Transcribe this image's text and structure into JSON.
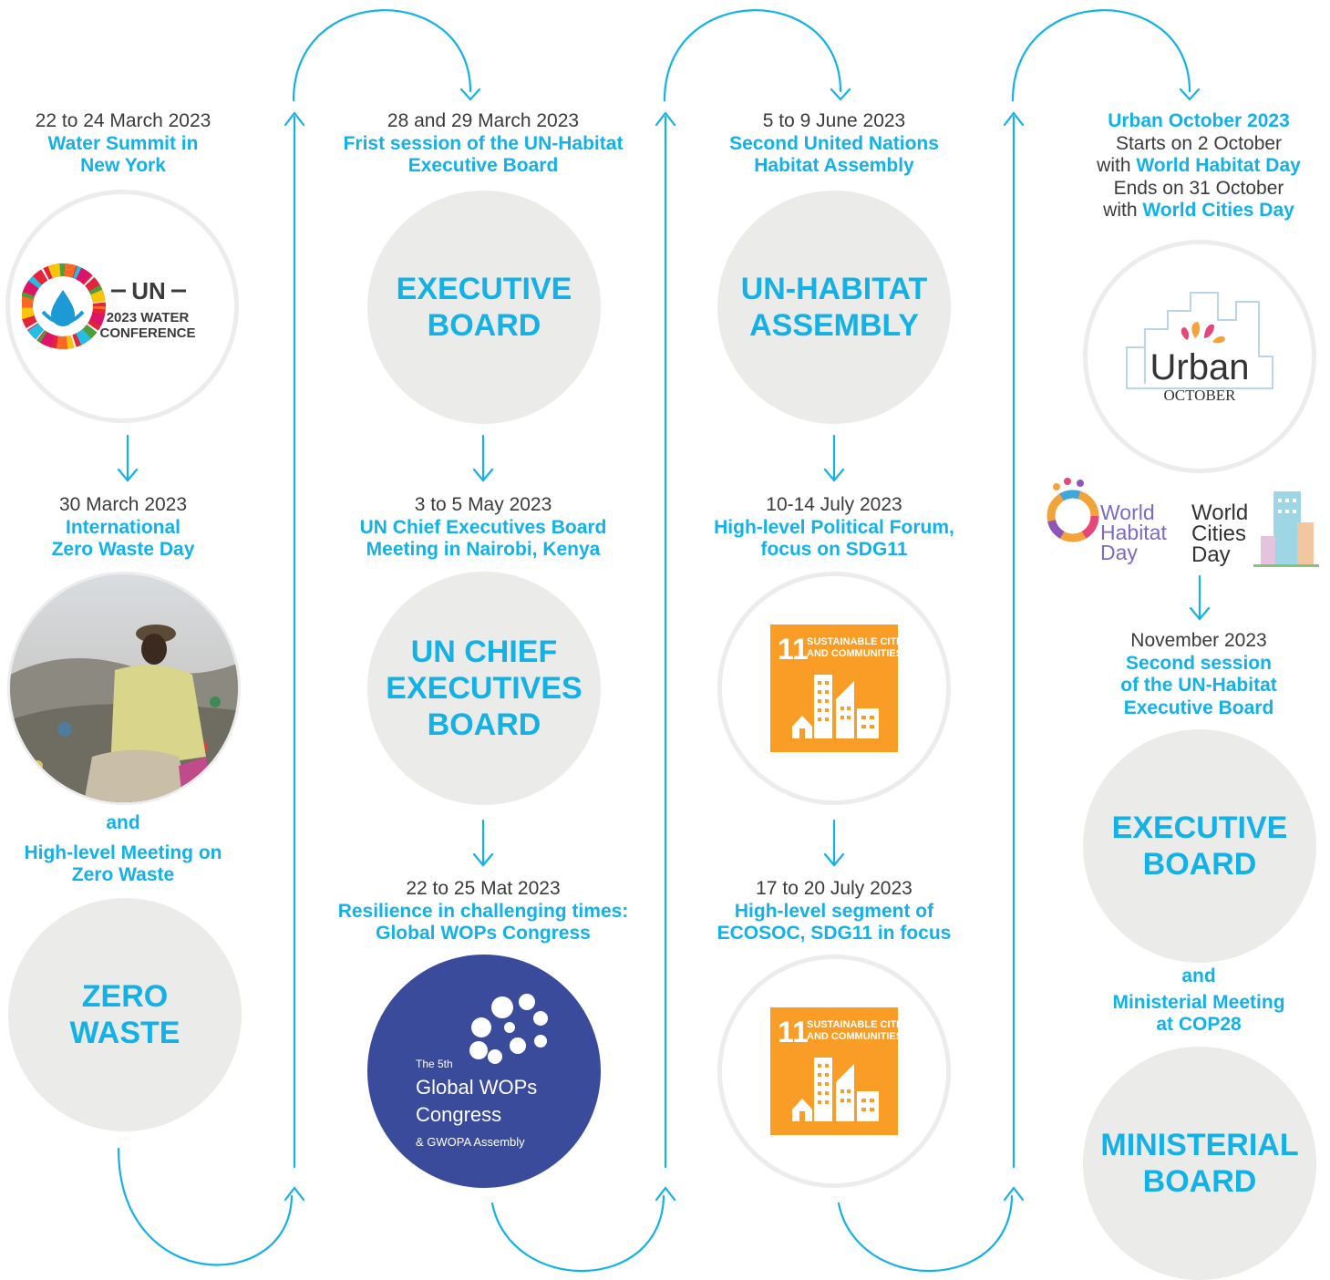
{
  "colors": {
    "accent": "#14b1e7",
    "circle_fill": "#ebebea",
    "text": "#3b3b3b",
    "sdg_orange": "#f99d26",
    "wops_blue": "#3a4b9c"
  },
  "col1": {
    "e1": {
      "date": "22 to 24 March 2023",
      "title_l1": "Water Summit in",
      "title_l2": "New York"
    },
    "water_logo": {
      "line1": "UN",
      "line2": "2023 WATER",
      "line3": "CONFERENCE"
    },
    "e2": {
      "date": "30 March 2023",
      "title_l1": "International",
      "title_l2": "Zero Waste Day"
    },
    "and_label": "and",
    "meeting_l1": "High-level Meeting on",
    "meeting_l2": "Zero Waste",
    "circle_l1": "ZERO",
    "circle_l2": "WASTE"
  },
  "col2": {
    "e1": {
      "date": "28 and 29 March 2023",
      "title_l1": "Frist session of the UN-Habitat",
      "title_l2": "Executive Board"
    },
    "c1_l1": "EXECUTIVE",
    "c1_l2": "BOARD",
    "e2": {
      "date": "3 to 5 May 2023",
      "title_l1": "UN Chief Executives Board",
      "title_l2": "Meeting in Nairobi, Kenya"
    },
    "c2_l1": "UN CHIEF",
    "c2_l2": "EXECUTIVES",
    "c2_l3": "BOARD",
    "e3": {
      "date": "22 to 25 Mat 2023",
      "title_l1": "Resilience in challenging times:",
      "title_l2": "Global WOPs Congress"
    },
    "wops": {
      "small": "The 5th",
      "l1": "Global WOPs",
      "l2": "Congress",
      "l3": "& GWOPA Assembly"
    }
  },
  "col3": {
    "e1": {
      "date": "5 to 9 June 2023",
      "title_l1": "Second United Nations",
      "title_l2": "Habitat Assembly"
    },
    "c1_l1": "UN-HABITAT",
    "c1_l2": "ASSEMBLY",
    "e2": {
      "date": "10-14 July 2023",
      "title_l1": "High-level Political Forum,",
      "title_l2": "focus on SDG11"
    },
    "e3": {
      "date": "17 to 20 July 2023",
      "title_l1": "High-level segment of",
      "title_l2": "ECOSOC, SDG11 in focus"
    },
    "sdg": {
      "number": "11",
      "l1": "SUSTAINABLE CITIES",
      "l2": "AND COMMUNITIES"
    }
  },
  "col4": {
    "e1_title": "Urban October 2023",
    "e1_l2": "Starts on 2 October",
    "e1_l3_a": "with ",
    "e1_l3_b": "World Habitat Day",
    "e1_l4": "Ends on 31 October",
    "e1_l5_a": "with ",
    "e1_l5_b": "World Cities Day",
    "urban_logo": {
      "word": "Urban",
      "sub": "OCTOBER"
    },
    "whd_logo": {
      "l1": "World",
      "l2": "Habitat",
      "l3": "Day"
    },
    "wcd_logo": {
      "l1": "World",
      "l2": "Cities",
      "l3": "Day"
    },
    "e2": {
      "date": "November 2023",
      "title_l1": "Second session",
      "title_l2": "of the UN-Habitat",
      "title_l3": "Executive Board"
    },
    "c1_l1": "EXECUTIVE",
    "c1_l2": "BOARD",
    "and_label": "and",
    "meeting_l1": "Ministerial Meeting",
    "meeting_l2": "at COP28",
    "c2_l1": "MINISTERIAL",
    "c2_l2": "BOARD"
  }
}
